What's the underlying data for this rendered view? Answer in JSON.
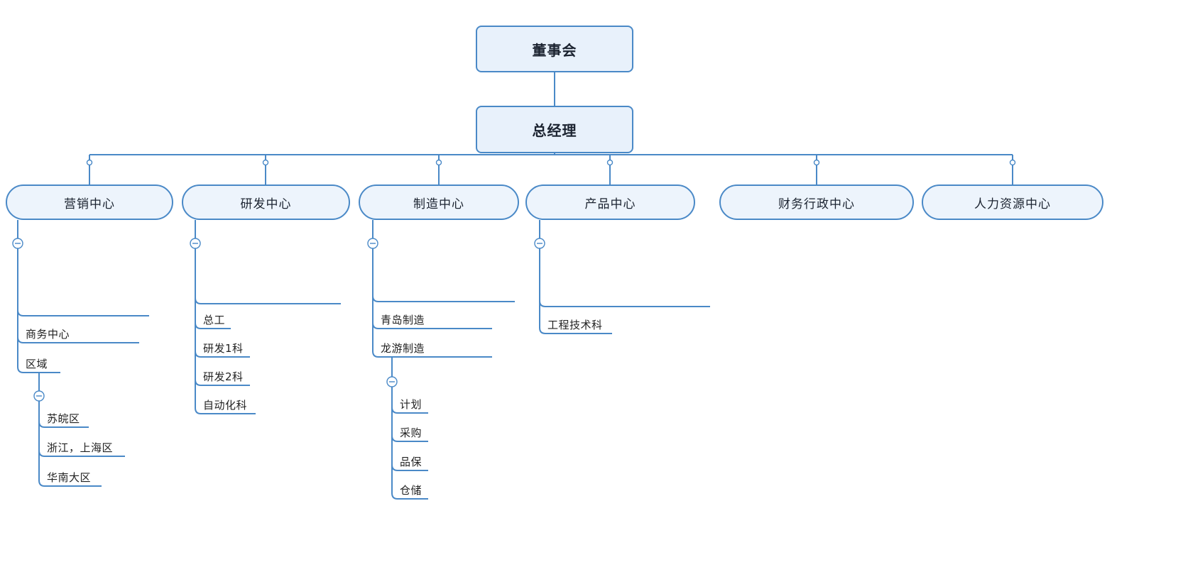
{
  "org": {
    "board": "董事会",
    "general_manager": "总经理",
    "centers": [
      {
        "label": "营销中心",
        "children": [
          {
            "label": "商务中心"
          },
          {
            "label": "区域",
            "children": [
              {
                "label": "苏皖区"
              },
              {
                "label": "浙江，上海区"
              },
              {
                "label": "华南大区"
              }
            ]
          }
        ]
      },
      {
        "label": "研发中心",
        "children": [
          {
            "label": "总工"
          },
          {
            "label": "研发1科"
          },
          {
            "label": "研发2科"
          },
          {
            "label": "自动化科"
          }
        ]
      },
      {
        "label": "制造中心",
        "children": [
          {
            "label": "青岛制造"
          },
          {
            "label": "龙游制造",
            "children": [
              {
                "label": "计划"
              },
              {
                "label": "采购"
              },
              {
                "label": "品保"
              },
              {
                "label": "仓储"
              }
            ]
          }
        ]
      },
      {
        "label": "产品中心",
        "children": [
          {
            "label": "工程技术科"
          }
        ]
      },
      {
        "label": "财务行政中心"
      },
      {
        "label": "人力资源中心"
      }
    ],
    "colors": {
      "line": "#4a89c7",
      "node_fill": "#e8f1fb",
      "text": "#1b2330"
    }
  }
}
